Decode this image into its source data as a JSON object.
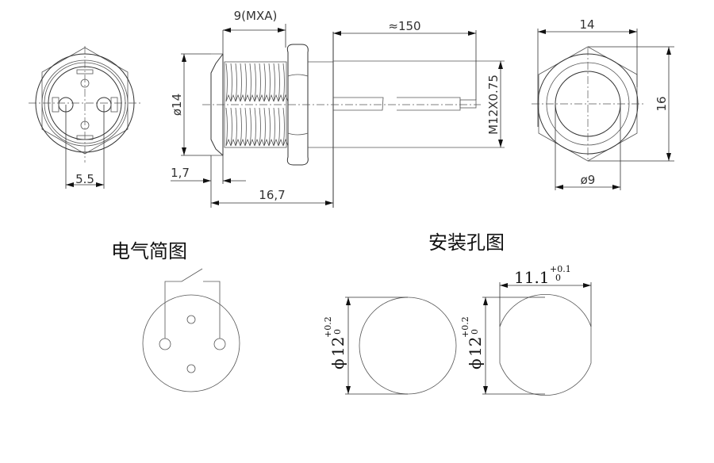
{
  "views": {
    "front": {
      "pin_spacing": "5.5"
    },
    "side": {
      "thread_length": "9(MXA)",
      "diameter": "ø14",
      "flange": "1,7",
      "body_length": "16,7",
      "lead_length": "≈150",
      "thread": "M12X0.75"
    },
    "rear": {
      "hex_width": "14",
      "hex_height": "16",
      "inner_diameter": "ø9"
    }
  },
  "wiring": {
    "title": "电气简图"
  },
  "mounting": {
    "title": "安装孔图",
    "hole1": {
      "symbol": "ϕ",
      "diameter": "12",
      "tol_upper": "+0.2",
      "tol_lower": "0"
    },
    "hole2": {
      "symbol": "ϕ",
      "diameter": "12",
      "tol_upper": "+0.2",
      "tol_lower": "0",
      "flat_width": "11.1",
      "flat_tol_upper": "+0.1",
      "flat_tol_lower": "0"
    }
  }
}
